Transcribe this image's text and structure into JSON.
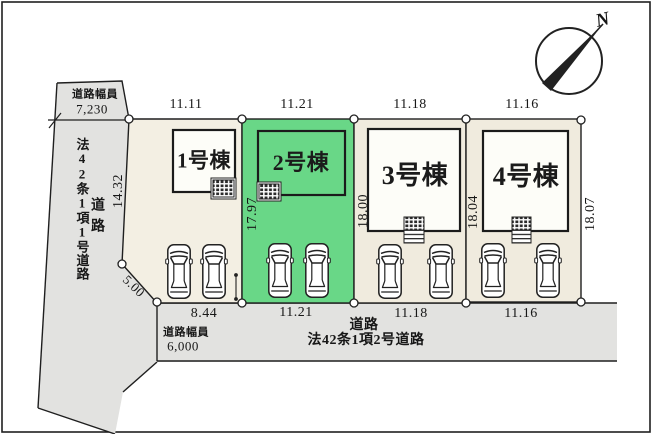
{
  "compass": {
    "label": "N"
  },
  "plots": [
    {
      "label": "1号棟",
      "top_dim": "11.11",
      "bottom_dim": "8.44"
    },
    {
      "label": "2号棟",
      "top_dim": "11.21",
      "bottom_dim": "11.21"
    },
    {
      "label": "3号棟",
      "top_dim": "11.18",
      "bottom_dim": "11.18"
    },
    {
      "label": "4号棟",
      "top_dim": "11.16",
      "bottom_dim": "11.16"
    }
  ],
  "side_dims": {
    "plot1_west": "14.32",
    "plot2_west": "17.97",
    "plot3_west": "18.00",
    "plot4_west": "18.04",
    "plot4_east": "18.07",
    "corner_cut": "5.00"
  },
  "roads": {
    "left": {
      "width_label": "道路幅員",
      "width_value": "7,230",
      "name": "道路",
      "designation": "法42条1項1号道路"
    },
    "bottom": {
      "width_label": "道路幅員",
      "width_value": "6,000",
      "name": "道路",
      "designation": "法42条1項2号道路"
    }
  },
  "colors": {
    "highlight_green": "#69d787",
    "plot_beige": "#f0ebde",
    "plot1_beige": "#f3efe3",
    "road_gray": "#e2e2e0",
    "line": "#1f1f1f"
  }
}
